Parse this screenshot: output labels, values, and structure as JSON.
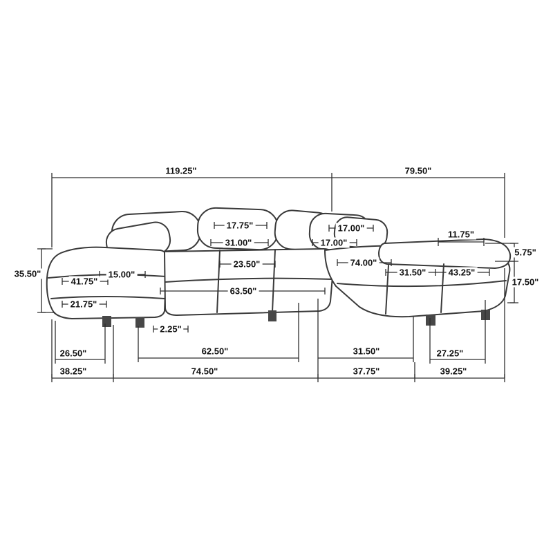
{
  "diagram": {
    "subject": "sectional-sofa-dimension-drawing",
    "unit": "inches",
    "colors": {
      "background": "#ffffff",
      "line": "#2e2e2e",
      "sofa_outline": "#3a3a3a",
      "leg_fill": "#474747",
      "label_text": "#111111"
    },
    "labels": [
      {
        "name": "overall-width-left-section",
        "text": "119.25\""
      },
      {
        "name": "overall-width-right-section",
        "text": "79.50\""
      },
      {
        "name": "overall-height",
        "text": "35.50\""
      },
      {
        "name": "back-pillow-height",
        "text": "17.75\""
      },
      {
        "name": "back-height",
        "text": "31.00\""
      },
      {
        "name": "right-pillow-height",
        "text": "17.00\""
      },
      {
        "name": "right-pillow-height-2",
        "text": "17.00\""
      },
      {
        "name": "right-arm-length",
        "text": "11.75\""
      },
      {
        "name": "arm-drop-height",
        "text": "5.75\""
      },
      {
        "name": "right-section-depth",
        "text": "74.00\""
      },
      {
        "name": "right-seat-width",
        "text": "31.50\""
      },
      {
        "name": "right-chaise-length",
        "text": "43.25\""
      },
      {
        "name": "right-side-height",
        "text": "17.50\""
      },
      {
        "name": "left-arm-height",
        "text": "41.75\""
      },
      {
        "name": "left-arm-width",
        "text": "15.00\""
      },
      {
        "name": "seat-depth",
        "text": "23.50\""
      },
      {
        "name": "seat-width",
        "text": "63.50\""
      },
      {
        "name": "arm-front-height",
        "text": "21.75\""
      },
      {
        "name": "leg-height",
        "text": "2.25\""
      },
      {
        "name": "chaise-foot-span",
        "text": "26.50\""
      },
      {
        "name": "seat-base-span",
        "text": "62.50\""
      },
      {
        "name": "right-inner-span",
        "text": "31.50\""
      },
      {
        "name": "right-foot-span",
        "text": "27.25\""
      },
      {
        "name": "left-base-depth",
        "text": "38.25\""
      },
      {
        "name": "left-base-span",
        "text": "74.50\""
      },
      {
        "name": "right-base-span",
        "text": "37.75\""
      },
      {
        "name": "right-base-depth",
        "text": "39.25\""
      }
    ]
  }
}
